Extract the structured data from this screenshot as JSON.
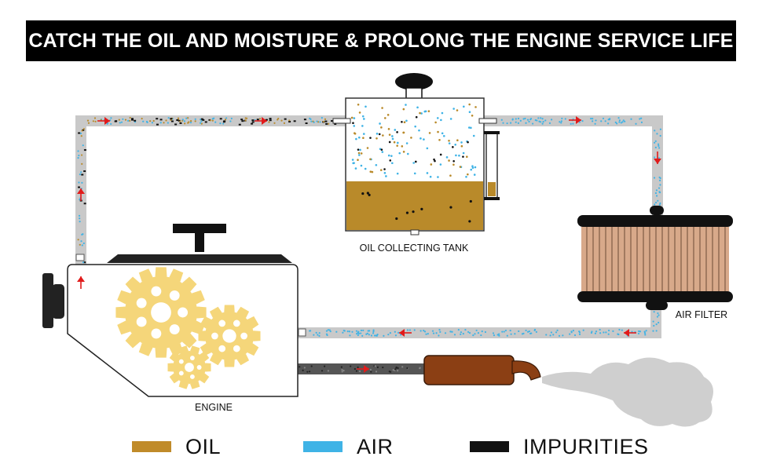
{
  "header": {
    "title": "CATCH THE OIL AND MOISTURE & PROLONG THE ENGINE SERVICE LIFE"
  },
  "components": {
    "tank_label": "OIL COLLECTING TANK",
    "filter_label": "AIR FILTER",
    "engine_label": "ENGINE"
  },
  "legend": {
    "items": [
      {
        "label": "OIL",
        "color": "#C08B2A"
      },
      {
        "label": "AIR",
        "color": "#3FB3E6"
      },
      {
        "label": "IMPURITIES",
        "color": "#111111"
      }
    ]
  },
  "colors": {
    "pipe": "#C9C9C9",
    "oil": "#B98A2A",
    "air": "#3FB3E6",
    "impurity": "#111111",
    "arrow": "#E11B1B",
    "filter": "#D8A98A",
    "muffler": "#8B3F14",
    "gear": "#F5D67A",
    "smoke": "#CFCFCF"
  }
}
